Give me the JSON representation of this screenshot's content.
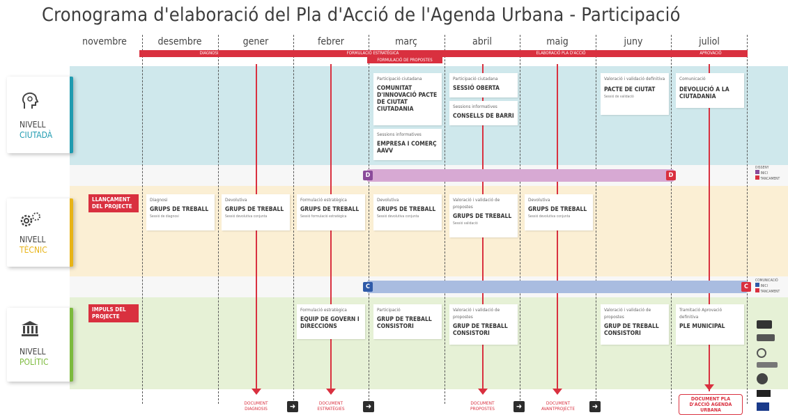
{
  "title": "Cronograma d'elaboració del Pla d'Acció de l'Agenda Urbana - Participació",
  "months": [
    "novembre",
    "desembre",
    "gener",
    "febrer",
    "març",
    "abril",
    "maig",
    "juny",
    "juliol"
  ],
  "phases": {
    "diagnosi": "DIAGNOSI",
    "formulacio": "FORMULACIÓ ESTRATÈGICA",
    "formulacio_propostes": "FORMULACIÓ DE PROPOSTES",
    "elaboracio": "ELABORACIÓ PLA D'ACCIÓ",
    "aprovacio": "APROVACIÓ"
  },
  "levels": {
    "ciutada": {
      "name": "NIVELL",
      "sub": "CIUTADÀ",
      "color": "#1f9bb0"
    },
    "tecnic": {
      "name": "NIVELL",
      "sub": "TÈCNIC",
      "color": "#e8b417"
    },
    "politic": {
      "name": "NIVELL",
      "sub": "POLÍTIC",
      "color": "#7cba3d"
    }
  },
  "ciutada_cards": {
    "marc1": {
      "small": "Participació ciutadana",
      "bold": "COMUNITAT D'INNOVACIÓ PACTE DE CIUTAT CIUTADANIA"
    },
    "marc2": {
      "small": "Sessions informatives",
      "bold": "EMPRESA I COMERÇ AAVV"
    },
    "abril1": {
      "small": "Participació ciutadana",
      "bold": "SESSIÓ OBERTA"
    },
    "abril2": {
      "small": "Sessions informatives",
      "bold": "CONSELLS DE BARRI"
    },
    "juny": {
      "small": "Valoració i validació definitiva",
      "bold": "PACTE DE CIUTAT",
      "tiny": "Sessió de validació"
    },
    "juliol": {
      "small": "Comunicació",
      "bold": "DEVOLUCIÓ A LA CIUTADANIA"
    }
  },
  "tecnic_tag": "LLANÇAMENT DEL PROJECTE",
  "tecnic_cards": {
    "desembre": {
      "small": "Diagnosi",
      "bold": "GRUPS DE TREBALL",
      "tiny": "Sessió de diagnosi"
    },
    "gener": {
      "small": "Devolutiva",
      "bold": "GRUPS DE TREBALL",
      "tiny": "Sessió devolutiva conjunta"
    },
    "febrer": {
      "small": "Formulació estratègica",
      "bold": "GRUPS DE TREBALL",
      "tiny": "Sessió formulació estratègica"
    },
    "marc": {
      "small": "Devolutiva",
      "bold": "GRUPS DE TREBALL",
      "tiny": "Sessió devolutiva conjunta"
    },
    "abril": {
      "small": "Valoració i validació de propostes",
      "bold": "GRUPS DE TREBALL",
      "tiny": "Sessió validació"
    },
    "maig": {
      "small": "Devolutiva",
      "bold": "GRUPS DE TREBALL",
      "tiny": "Sessió devolutiva conjunta"
    }
  },
  "politic_tag": "IMPULS DEL PROJECTE",
  "politic_cards": {
    "febrer": {
      "small": "Formulació estratègica",
      "bold": "EQUIP DE GOVERN I DIRECCIONS"
    },
    "marc": {
      "small": "Participació",
      "bold": "GRUP DE TREBALL CONSISTORI"
    },
    "abril": {
      "small": "Valoració i validació de propostes",
      "bold": "GRUP DE TREBALL CONSISTORI"
    },
    "juny": {
      "small": "Valoració i validació de propostes",
      "bold": "GRUP DE TREBALL CONSISTORI"
    },
    "juliol": {
      "small": "Tramitació Aprovació definitiva",
      "bold": "PLE MUNICIPAL"
    }
  },
  "bars": {
    "d_start": "D",
    "d_end": "D",
    "c_start": "C",
    "c_end": "C"
  },
  "legend": {
    "disseny": "DISSENY",
    "inici": "INICI",
    "tancament": "TANCAMENT",
    "comunicacio": "COMUNICACIÓ"
  },
  "docs": {
    "diagnosi": "DOCUMENT DIAGNOSIS",
    "estrategies": "DOCUMENT ESTRATÈGIES",
    "propostes": "DOCUMENT PROPOSTES",
    "avantprojecte": "DOCUMENT AVANTPROJECTE",
    "final": "DOCUMENT PLA D'ACCIÓ AGENDA URBANA"
  },
  "arrow": "➜"
}
